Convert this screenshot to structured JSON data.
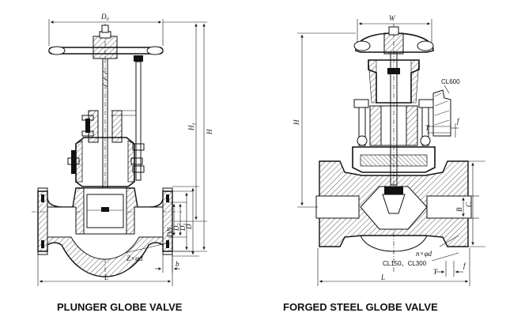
{
  "left_valve": {
    "caption": "PLUNGER GLOBE VALVE",
    "dims": {
      "d0": "D",
      "d0_sub": "0",
      "h1": "H",
      "h1_sub": "1",
      "h": "H",
      "dn": "DN",
      "d1": "D",
      "d1_sub": "1",
      "d2": "D",
      "d2_sub": "2",
      "d": "D",
      "b": "b",
      "l": "L",
      "bolts": "Z×φd"
    }
  },
  "right_valve": {
    "caption": "FORGED STEEL GLOBE VALVE",
    "dims": {
      "w": "W",
      "h": "H",
      "t": "T",
      "f": "f",
      "b": "B",
      "c": "C",
      "l": "L",
      "bolts": "n×φd",
      "t2": "T",
      "f2": "f"
    },
    "notes": {
      "class_high": "CL600",
      "class_low": "CL150、CL300"
    }
  }
}
